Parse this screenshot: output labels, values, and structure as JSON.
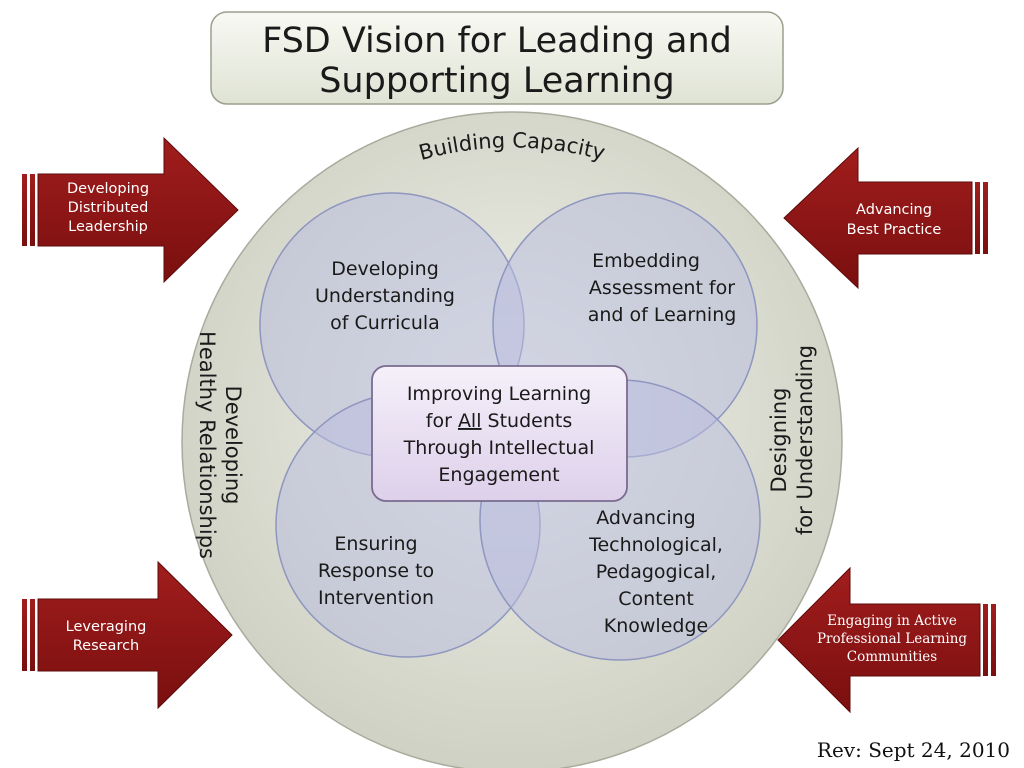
{
  "title": {
    "line1": "FSD Vision for Leading and",
    "line2": "Supporting Learning"
  },
  "ring_labels": {
    "top": "Building Capacity",
    "left": {
      "line1": "Developing",
      "line2": "Healthy Relationships"
    },
    "right": {
      "line1": "Designing",
      "line2": "for Understanding"
    }
  },
  "circles": {
    "top_left": {
      "lines": [
        "Developing",
        "Understanding",
        "of Curricula"
      ]
    },
    "top_right": {
      "lines": [
        "Embedding",
        "Assessment for",
        "and of Learning"
      ]
    },
    "bottom_left": {
      "lines": [
        "Ensuring",
        "Response to",
        "Intervention"
      ]
    },
    "bottom_right": {
      "lines": [
        "Advancing",
        "Technological,",
        "Pedagogical,",
        "Content",
        "Knowledge"
      ]
    }
  },
  "center": {
    "line1": "Improving Learning",
    "line2_prefix": "for ",
    "line2_underlined": "All",
    "line2_suffix": " Students",
    "line3": "Through Intellectual",
    "line4": "Engagement"
  },
  "arrows": {
    "top_left": {
      "lines": [
        "Developing",
        "Distributed",
        "Leadership"
      ]
    },
    "top_right": {
      "lines": [
        "Advancing",
        "Best Practice"
      ]
    },
    "bottom_left": {
      "lines": [
        "Leveraging",
        "Research"
      ]
    },
    "bottom_right": {
      "lines": [
        "Engaging in Active",
        "Professional Learning",
        "Communities"
      ]
    }
  },
  "revision": "Rev: Sept 24, 2010",
  "colors": {
    "arrow_red": "#8b1414",
    "big_circle": "#dcddd2",
    "venn_circle": "#b9bedf",
    "center_box": "#ebe2f3",
    "title_box": "#eaede2"
  }
}
